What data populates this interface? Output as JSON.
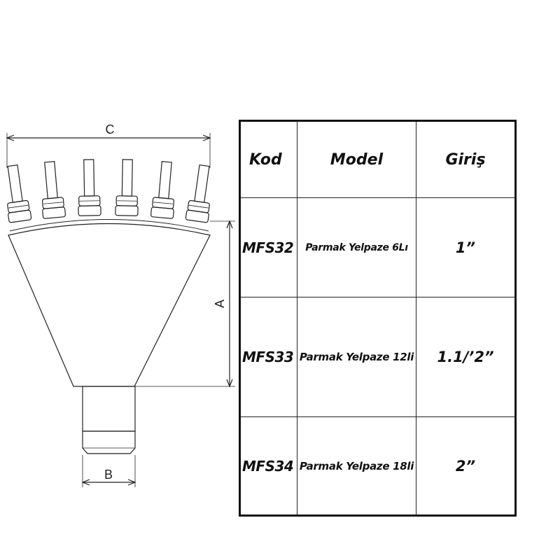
{
  "drawing": {
    "dimension_labels": {
      "a": "A",
      "b": "B",
      "c": "C"
    },
    "outlet_count": 6
  },
  "table": {
    "headers": {
      "kod": "Kod",
      "model": "Model",
      "giris": "Giriş"
    },
    "rows": [
      {
        "kod": "MFS32",
        "model": "Parmak Yelpaze 6Lı",
        "giris": "1”"
      },
      {
        "kod": "MFS33",
        "model": "Parmak Yelpaze 12li",
        "giris": "1.1/’2”"
      },
      {
        "kod": "MFS34",
        "model": "Parmak Yelpaze 18li",
        "giris": "2”"
      }
    ]
  },
  "colors": {
    "line": "#222222",
    "border": "#111111",
    "background": "#ffffff"
  }
}
